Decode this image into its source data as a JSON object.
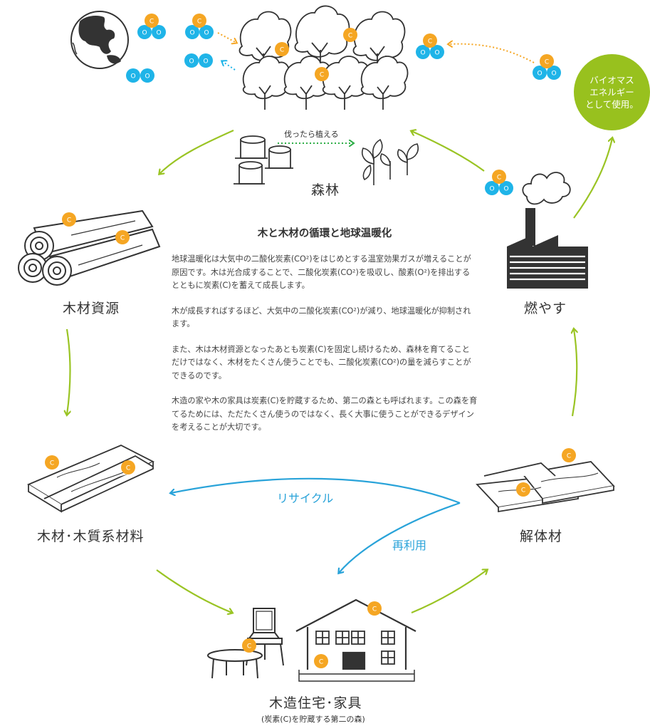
{
  "title": "木と木材の循環と地球温暖化",
  "paragraphs": [
    "地球温暖化は大気中の二酸化炭素(CO²)をはじめとする温室効果ガスが増えることが原因です。木は光合成することで、二酸化炭素(CO²)を吸収し、酸素(O²)を排出するとともに炭素(C)を蓄えて成長します。",
    "木が成長すればするほど、大気中の二酸化炭素(CO²)が減り、地球温暖化が抑制されます。",
    "また、木は木材資源となったあとも炭素(C)を固定し続けるため、森林を育てることだけではなく、木材をたくさん使うことでも、二酸化炭素(CO²)の量を減らすことができるのです。",
    "木造の家や木の家具は炭素(C)を貯蔵するため、第二の森とも呼ばれます。この森を育てるためには、ただたくさん使うのではなく、長く大事に使うことができるデザインを考えることが大切です。"
  ],
  "nodes": {
    "forest": "森林",
    "resource": "木材資源",
    "material": "木材･木質系材料",
    "housing": "木造住宅･家具",
    "housing_sub": "(炭素(C)を貯蔵する第二の森)",
    "demolition": "解体材",
    "burn": "燃やす"
  },
  "replant_label": "伐ったら植える",
  "flows": {
    "recycle": "リサイクル",
    "reuse": "再利用"
  },
  "biomass": {
    "lines": [
      "バイオマス",
      "エネルギー",
      "として使用。"
    ]
  },
  "molecule_letters": {
    "carbon": "C",
    "oxygen": "O"
  },
  "colors": {
    "green_arrow": "#9ac424",
    "blue_arrow": "#29a3d9",
    "carbon": "#f5a623",
    "oxygen": "#1fb4e8",
    "biomass": "#98c11e",
    "ink": "#333333"
  }
}
